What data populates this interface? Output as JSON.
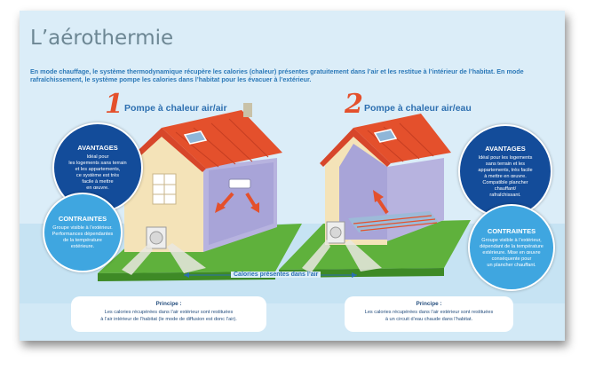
{
  "title": "L’aérothermie",
  "intro": "En mode chauffage, le système thermodynamique récupère les calories (chaleur) présentes gratuitement dans l’air et les restitue à l’intérieur de l’habitat. En mode rafraîchissement, le système pompe les calories dans l’habitat pour les évacuer à l’extérieur.",
  "pump1": {
    "number": "1",
    "title": "Pompe à chaleur air/air",
    "advantages_title": "AVANTAGES",
    "advantages_text": "Idéal pour\nles logements sans terrain\net les appartements,\nce système est très\nfacile à mettre\nen œuvre.",
    "constraints_title": "CONTRAINTES",
    "constraints_text": "Groupe visible à l’extérieur.\nPerformances dépendantes\nde la température\nextérieure.",
    "principle_title": "Principe :",
    "principle_text": "Les calories récupérées dans l’air extérieur sont restituées\nà l’air intérieur de l’habitat (le mode de diffusion est donc l’air)."
  },
  "pump2": {
    "number": "2",
    "title": "Pompe à chaleur air/eau",
    "advantages_title": "AVANTAGES",
    "advantages_text": "Idéal pour les logements\nsans terrain et les\nappartements, très facile\nà mettre en œuvre.\nCompatible plancher\nchauffant/\nrafraîchissant.",
    "constraints_title": "CONTRAINTES",
    "constraints_text": "Groupe visible à l’extérieur,\ndépendant de la température\nextérieure. Mise en œuvre\nconséquente pour\nun plancher chauffant.",
    "principle_title": "Principe :",
    "principle_text": "Les calories récupérées dans l’air extérieur sont restituées\nà un circuit d’eau chaude dans l’habitat."
  },
  "calories_label": "Calories présentes dans l’air",
  "colors": {
    "background": "#dbedf8",
    "roof": "#e4502c",
    "grass": "#5fb13c",
    "wall": "#f4e3b8",
    "interior": "#a8a4d8",
    "dark_blue": "#134c9a",
    "light_blue": "#3fa6e0"
  }
}
